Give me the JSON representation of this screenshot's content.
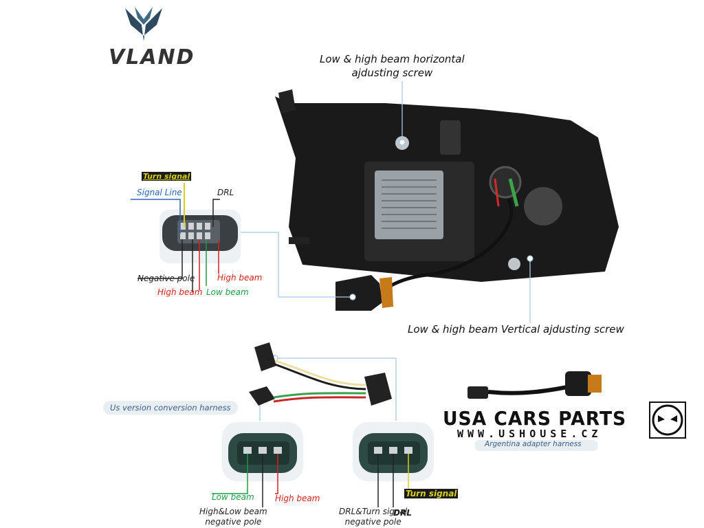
{
  "brand": {
    "logo_text": "VLAND"
  },
  "callouts": {
    "horizontal_screw": "Low & high beam horizontal\najdusting screw",
    "vertical_screw": "Low & high beam Vertical ajdusting screw"
  },
  "plug_labels": {
    "turn_signal": "Turn signal",
    "signal_line": "Signal Line",
    "drl": "DRL",
    "negative_pole": "Negative pole",
    "high_beam_right": "High beam",
    "high_beam_left": "High beam",
    "low_beam": "Low beam"
  },
  "harness": {
    "us_title": "Us version conversion harness",
    "argentina_title": "Argentina adapter harness"
  },
  "bottom_labels": {
    "low_beam": "Low beam",
    "high_beam": "High beam",
    "hl_negative": "High&Low beam\nnegative pole",
    "drl_turn_negative": "DRL&Turn signal\nnegative pole",
    "turn_signal": "Turn signal",
    "drl": "DRL"
  },
  "watermark": {
    "title": "USA CARS PARTS",
    "url": "WWW.USHOUSE.CZ"
  },
  "colors": {
    "yellow": "#d8cf1c",
    "blue": "#2f64b4",
    "red": "#d42020",
    "green": "#1f9a4a",
    "callout_line": "#aac8e3",
    "dark": "#222222"
  }
}
